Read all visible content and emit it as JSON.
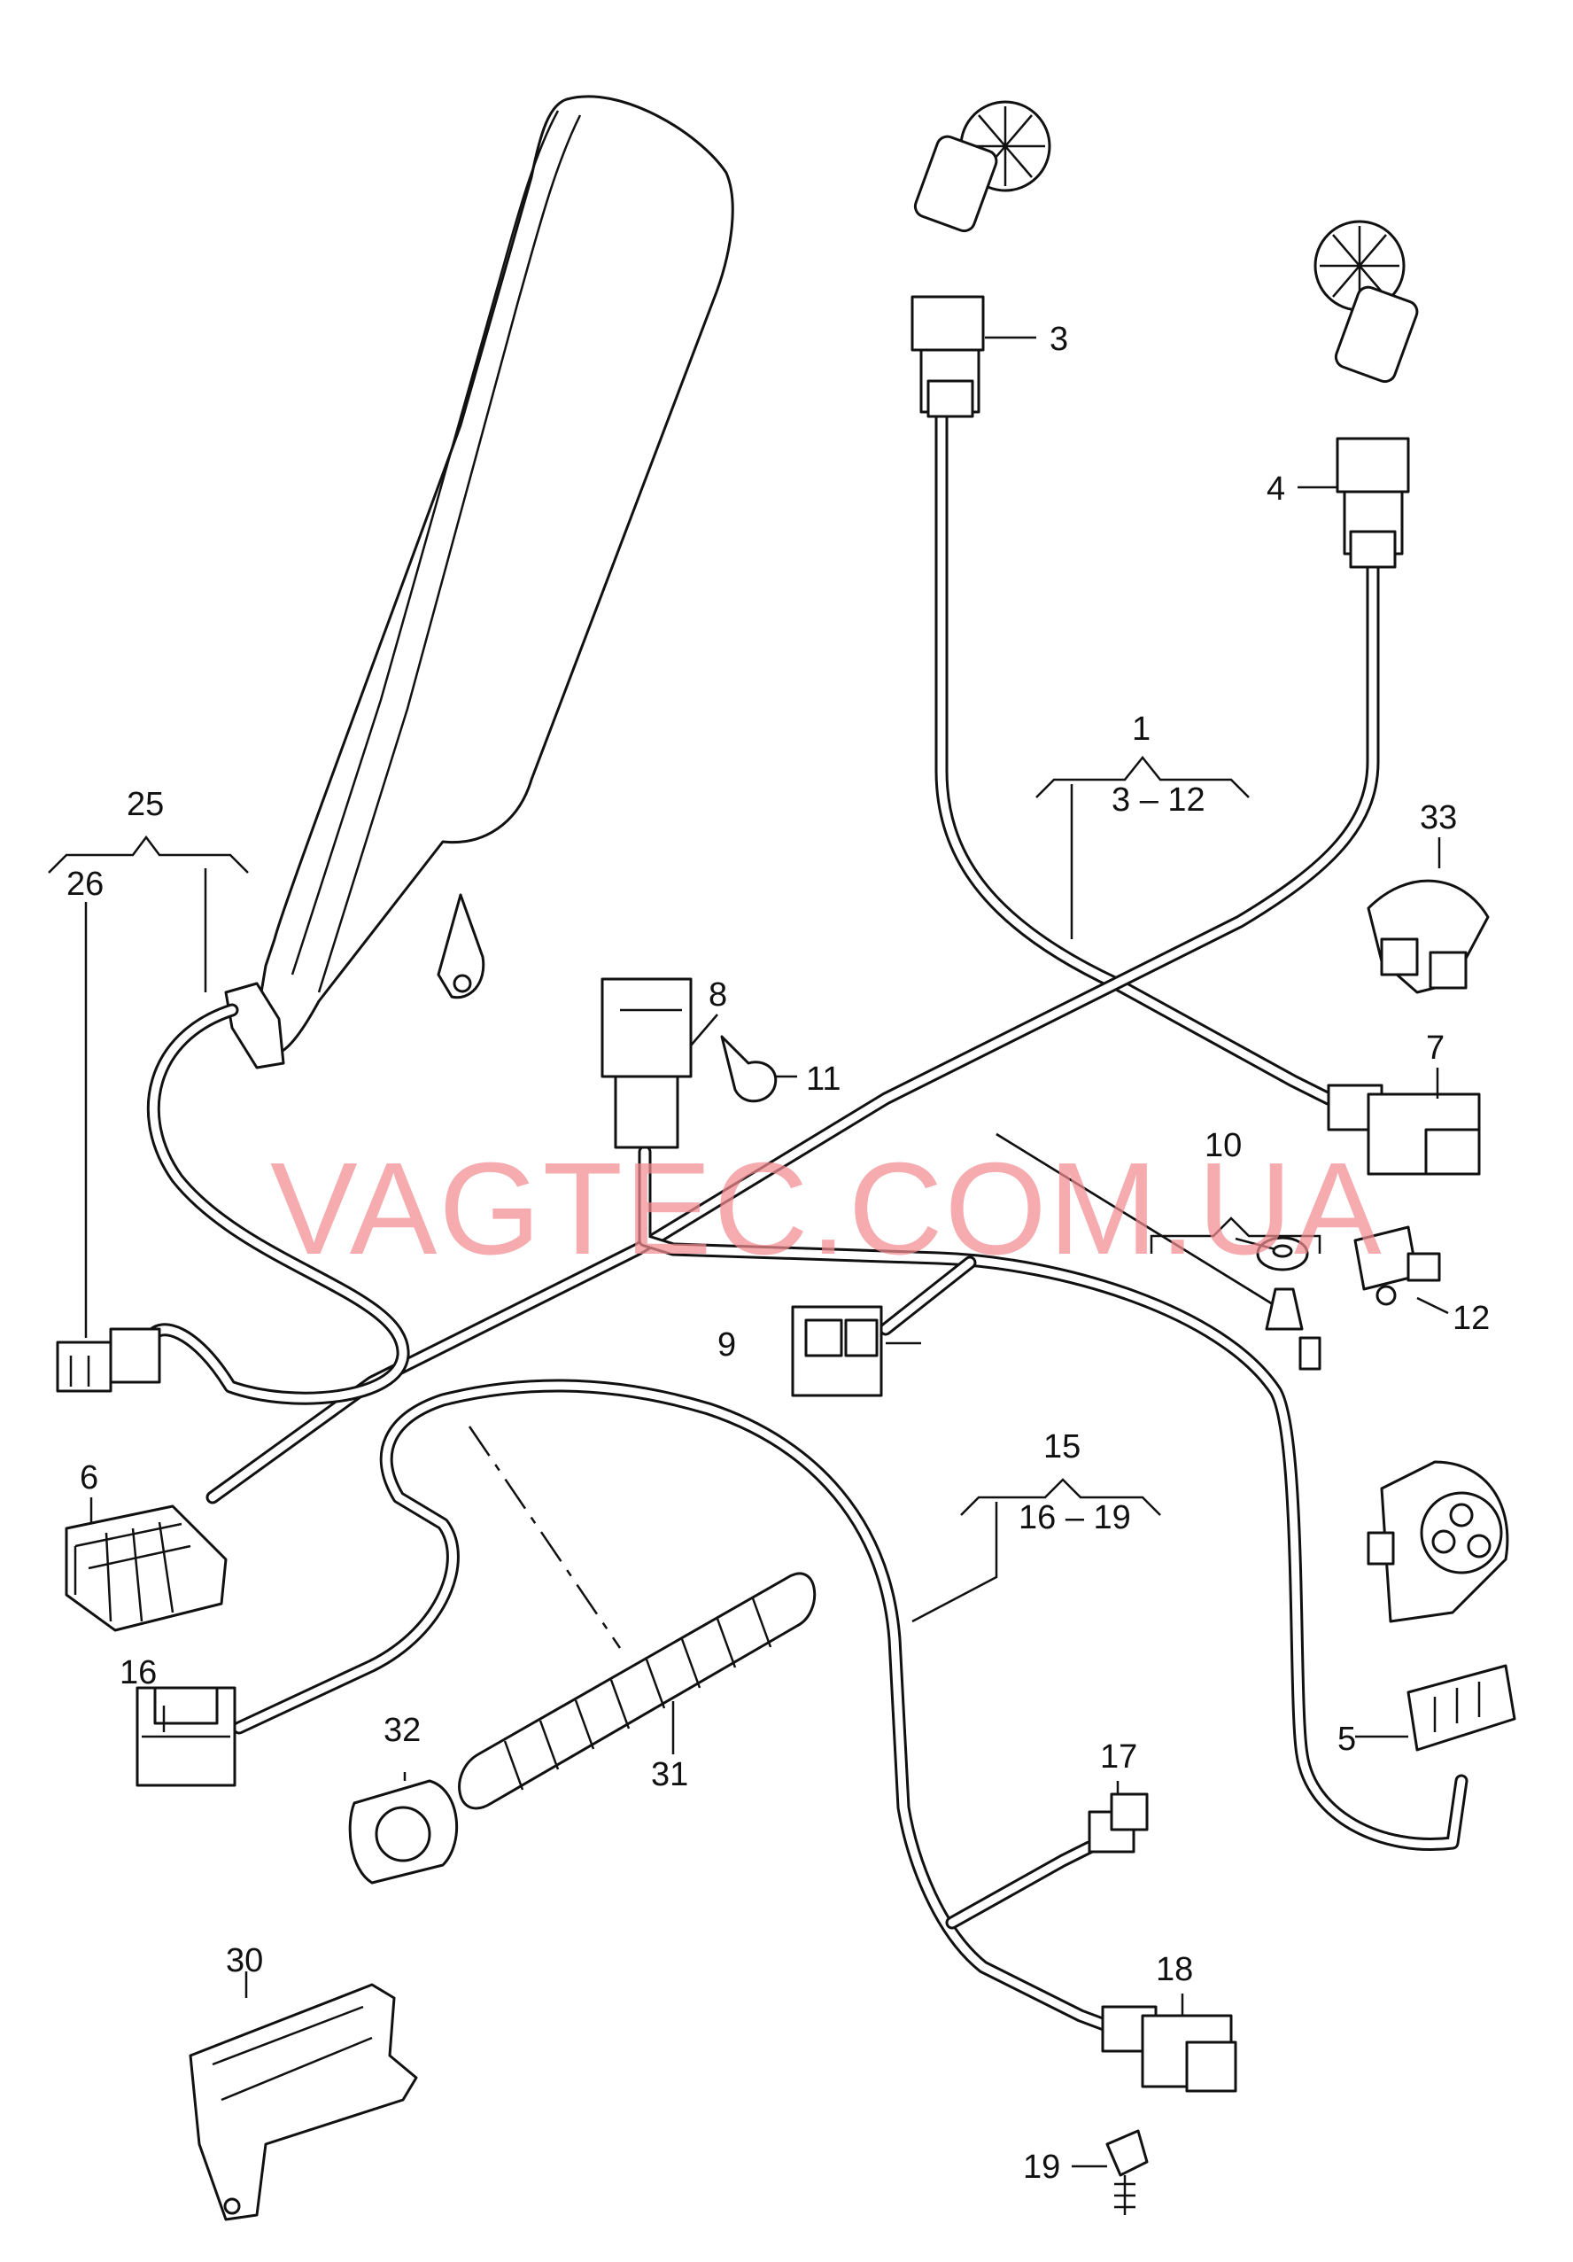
{
  "diagram": {
    "watermark": "VAGTEC.COM.UA",
    "callouts": [
      {
        "id": "1",
        "text": "1"
      },
      {
        "id": "1-range",
        "text": "3 – 12"
      },
      {
        "id": "3",
        "text": "3"
      },
      {
        "id": "4",
        "text": "4"
      },
      {
        "id": "5",
        "text": "5"
      },
      {
        "id": "6",
        "text": "6"
      },
      {
        "id": "7",
        "text": "7"
      },
      {
        "id": "8",
        "text": "8"
      },
      {
        "id": "9",
        "text": "9"
      },
      {
        "id": "10",
        "text": "10"
      },
      {
        "id": "11",
        "text": "11"
      },
      {
        "id": "12",
        "text": "12"
      },
      {
        "id": "15",
        "text": "15"
      },
      {
        "id": "15-range",
        "text": "16 – 19"
      },
      {
        "id": "16",
        "text": "16"
      },
      {
        "id": "17",
        "text": "17"
      },
      {
        "id": "18",
        "text": "18"
      },
      {
        "id": "19",
        "text": "19"
      },
      {
        "id": "25",
        "text": "25"
      },
      {
        "id": "26",
        "text": "26"
      },
      {
        "id": "30",
        "text": "30"
      },
      {
        "id": "31",
        "text": "31"
      },
      {
        "id": "32",
        "text": "32"
      },
      {
        "id": "33",
        "text": "33"
      }
    ]
  }
}
